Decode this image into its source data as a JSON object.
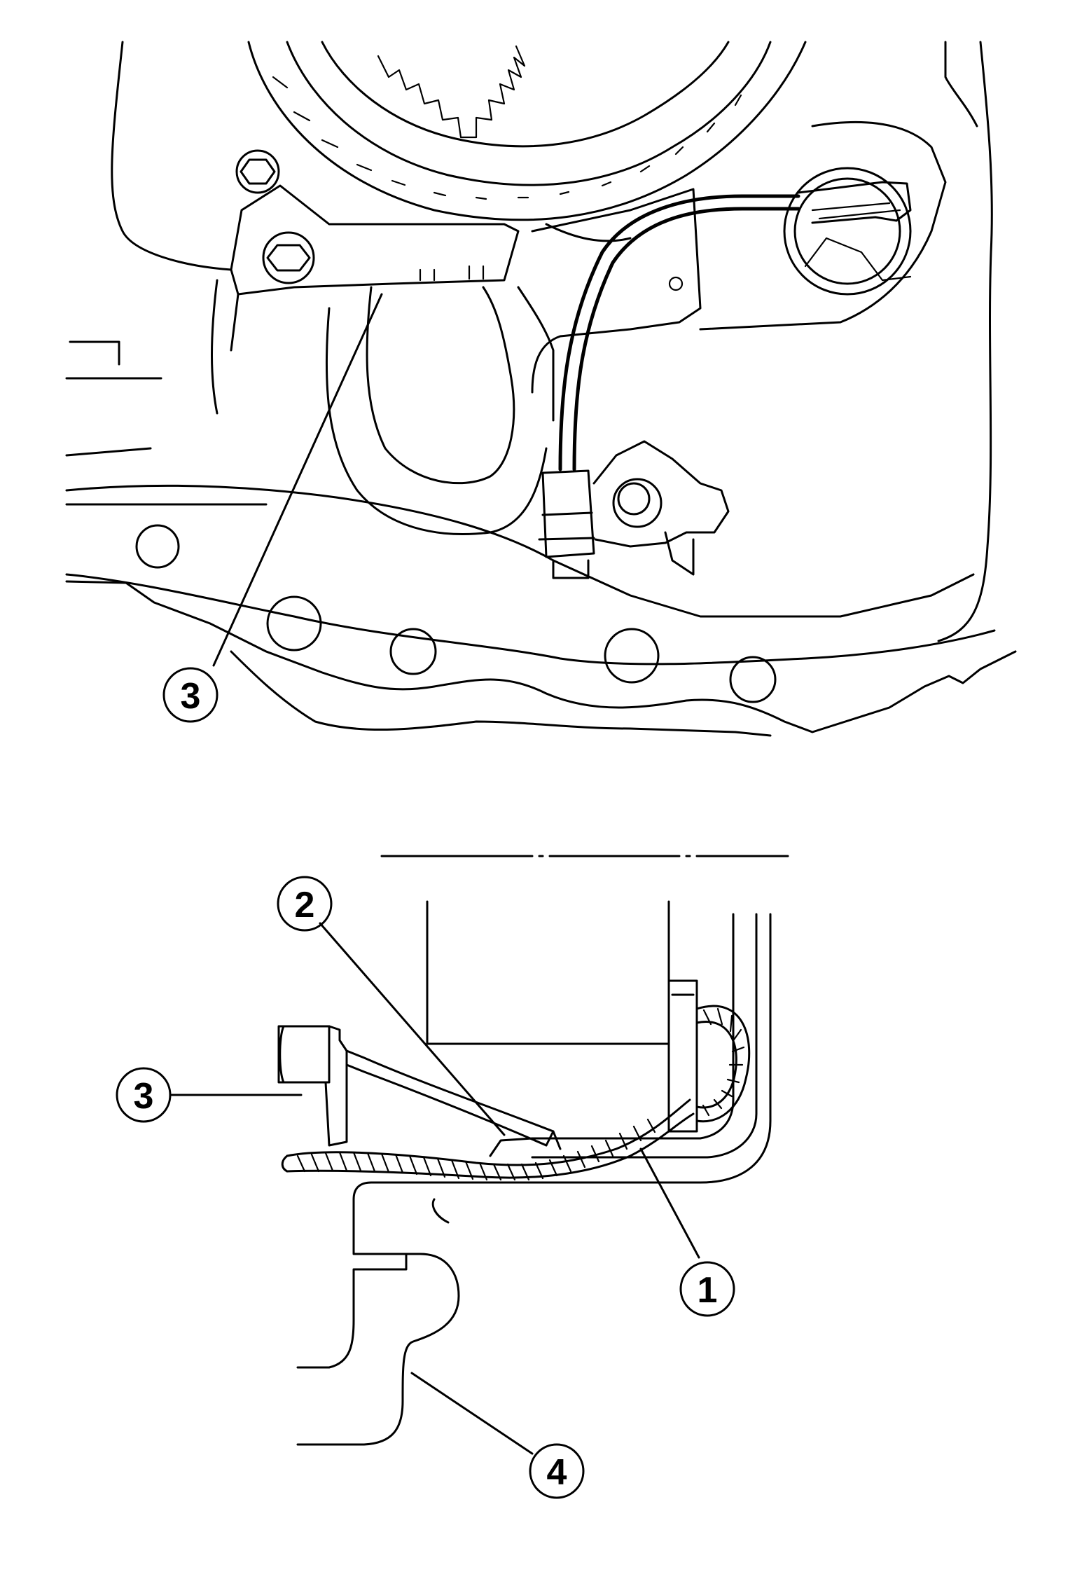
{
  "callouts": {
    "upper_bracket": "3",
    "lower_wire": "1",
    "lower_clamp": "2",
    "lower_bracket": "3",
    "lower_case": "4"
  }
}
